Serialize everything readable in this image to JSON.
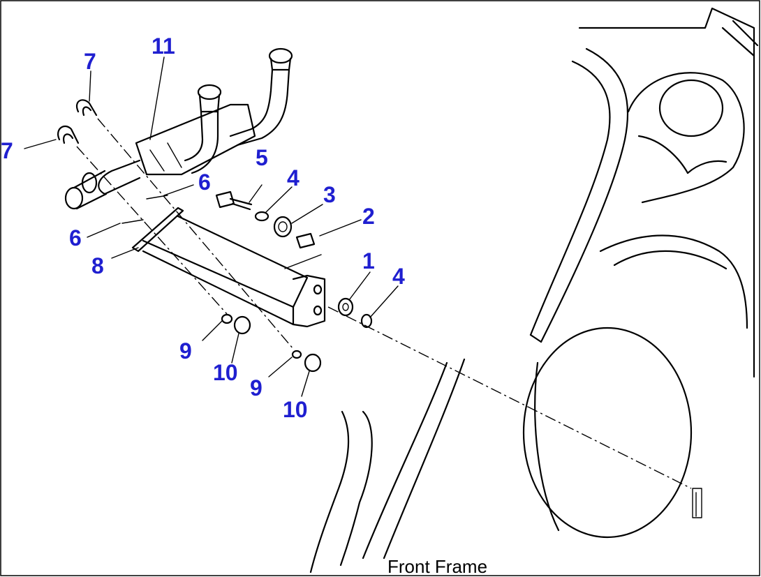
{
  "caption": "Front Frame",
  "callouts": {
    "c1": "1",
    "c2": "2",
    "c3": "3",
    "c4a": "4",
    "c4b": "4",
    "c5": "5",
    "c6a": "6",
    "c6b": "6",
    "c7a": "7",
    "c7b": "7",
    "c8": "8",
    "c9a": "9",
    "c9b": "9",
    "c10a": "10",
    "c10b": "10",
    "c11": "11"
  },
  "colors": {
    "callout": "#1f1fd0",
    "line": "#000000",
    "background": "#ffffff"
  }
}
